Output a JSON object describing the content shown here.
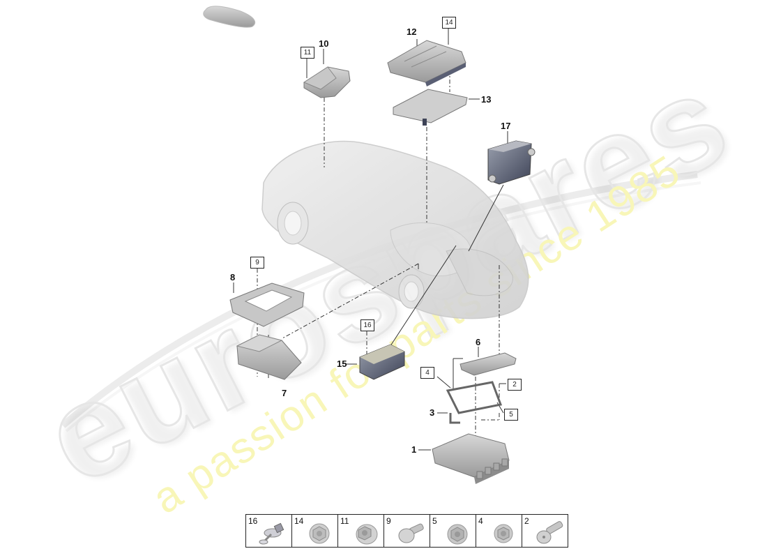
{
  "diagram": {
    "subject": "Porsche 911 control units exploded view",
    "callouts": [
      {
        "id": "1",
        "label": "1",
        "boxed": false
      },
      {
        "id": "2",
        "label": "2",
        "boxed": true
      },
      {
        "id": "3",
        "label": "3",
        "boxed": false
      },
      {
        "id": "4",
        "label": "4",
        "boxed": true
      },
      {
        "id": "5",
        "label": "5",
        "boxed": true
      },
      {
        "id": "6",
        "label": "6",
        "boxed": false
      },
      {
        "id": "7",
        "label": "7",
        "boxed": false
      },
      {
        "id": "8",
        "label": "8",
        "boxed": false
      },
      {
        "id": "9",
        "label": "9",
        "boxed": true
      },
      {
        "id": "10",
        "label": "10",
        "boxed": false
      },
      {
        "id": "11",
        "label": "11",
        "boxed": true
      },
      {
        "id": "12",
        "label": "12",
        "boxed": false
      },
      {
        "id": "13",
        "label": "13",
        "boxed": false
      },
      {
        "id": "14",
        "label": "14",
        "boxed": true
      },
      {
        "id": "15",
        "label": "15",
        "boxed": false
      },
      {
        "id": "16",
        "label": "16",
        "boxed": true
      },
      {
        "id": "17",
        "label": "17",
        "boxed": false
      }
    ]
  },
  "legend": {
    "items": [
      {
        "num": "16",
        "icon": "push-rivet-icon"
      },
      {
        "num": "14",
        "icon": "hex-flange-nut-icon"
      },
      {
        "num": "11",
        "icon": "hex-collar-nut-icon"
      },
      {
        "num": "9",
        "icon": "pan-head-bolt-icon"
      },
      {
        "num": "5",
        "icon": "hex-flange-nut-icon"
      },
      {
        "num": "4",
        "icon": "hex-flange-nut-icon"
      },
      {
        "num": "2",
        "icon": "torx-bolt-icon"
      }
    ]
  },
  "watermark": {
    "brand": "eurospares",
    "tagline": "a passion for parts since 1985",
    "tag_color": "#f8f6b8",
    "brand_color": "#e6e6e6"
  }
}
